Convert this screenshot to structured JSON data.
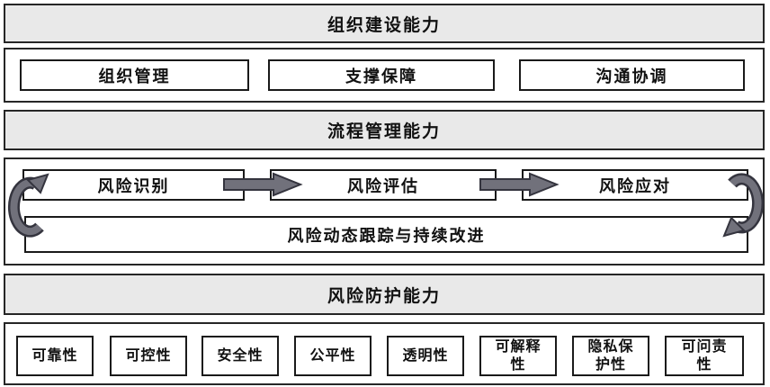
{
  "org": {
    "title": "组织建设能力",
    "items": [
      {
        "label": "组织管理"
      },
      {
        "label": "支撑保障"
      },
      {
        "label": "沟通协调"
      }
    ]
  },
  "process": {
    "title": "流程管理能力",
    "steps": [
      {
        "label": "风险识别"
      },
      {
        "label": "风险评估"
      },
      {
        "label": "风险应对"
      }
    ],
    "loop_label": "风险动态跟踪与持续改进"
  },
  "protection": {
    "title": "风险防护能力",
    "items": [
      {
        "label": "可靠性"
      },
      {
        "label": "可控性"
      },
      {
        "label": "安全性"
      },
      {
        "label": "公平性"
      },
      {
        "label": "透明性"
      },
      {
        "label": "可解释\n性"
      },
      {
        "label": "隐私保\n护性"
      },
      {
        "label": "可问责\n性"
      }
    ]
  },
  "colors": {
    "background": "#ffffff",
    "header_bg": "#e9e9e9",
    "outer_border": "#262626",
    "box_border": "#1a1a1a",
    "text": "#111111",
    "arrow_fill": "#71717b",
    "arrow_outline": "#34343e"
  }
}
